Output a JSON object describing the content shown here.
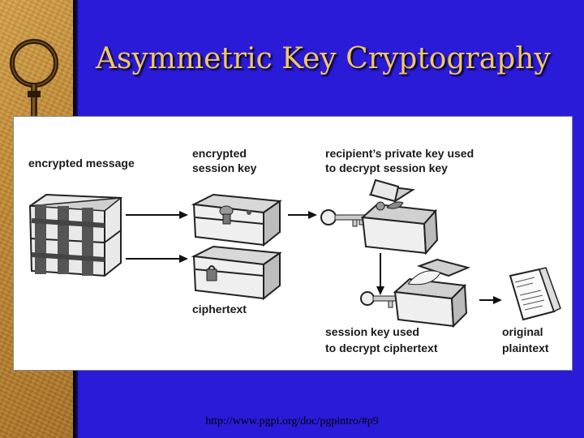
{
  "slide": {
    "title": "Asymmetric Key Cryptography",
    "source_url": "http://www.pgpi.org/doc/pgpintro/#p9"
  },
  "diagram": {
    "labels": {
      "encrypted_message": "encrypted message",
      "encrypted_session_key_line1": "encrypted",
      "encrypted_session_key_line2": "session key",
      "private_key_line1": "recipient’s private key used",
      "private_key_line2": "to decrypt session key",
      "ciphertext": "ciphertext",
      "session_key_line1": "session key used",
      "session_key_line2": "to decrypt ciphertext",
      "original_line1": "original",
      "original_line2": "plaintext"
    }
  },
  "colors": {
    "background": "#2a1bd9",
    "title": "#f1c566",
    "side_panel": "#c18a33"
  },
  "icons": [
    "key-decoration-icon",
    "bundled-trunks-icon",
    "locked-trunk-icon",
    "open-trunk-icon",
    "key-icon",
    "document-icon"
  ]
}
